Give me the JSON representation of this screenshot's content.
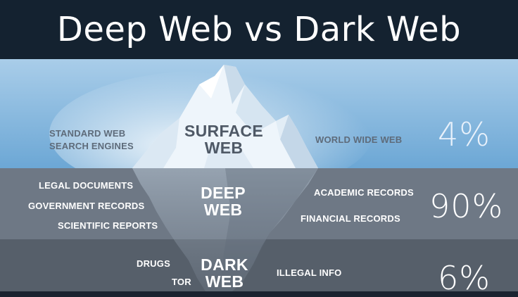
{
  "title": "Deep Web vs Dark Web",
  "colors": {
    "header": "#142230",
    "surface_sky_top": "#cfe4f3",
    "surface_sky_bottom": "#6aa6d4",
    "deep_water": "#6d7784",
    "dark_water": "#555e69",
    "iceberg": "#eef5fb"
  },
  "surface": {
    "title_line1": "SURFACE",
    "title_line2": "WEB",
    "left_line1": "STANDARD WEB",
    "left_line2": "SEARCH ENGINES",
    "right": "WORLD WIDE WEB",
    "percent": "4%"
  },
  "deep": {
    "title_line1": "DEEP",
    "title_line2": "WEB",
    "left": [
      "LEGAL DOCUMENTS",
      "GOVERNMENT RECORDS",
      "SCIENTIFIC REPORTS"
    ],
    "right": [
      "ACADEMIC RECORDS",
      "FINANCIAL RECORDS"
    ],
    "percent": "90%"
  },
  "dark": {
    "title_line1": "DARK",
    "title_line2": "WEB",
    "left": [
      "DRUGS",
      "TOR"
    ],
    "right": [
      "ILLEGAL INFO"
    ],
    "percent": "6%"
  }
}
